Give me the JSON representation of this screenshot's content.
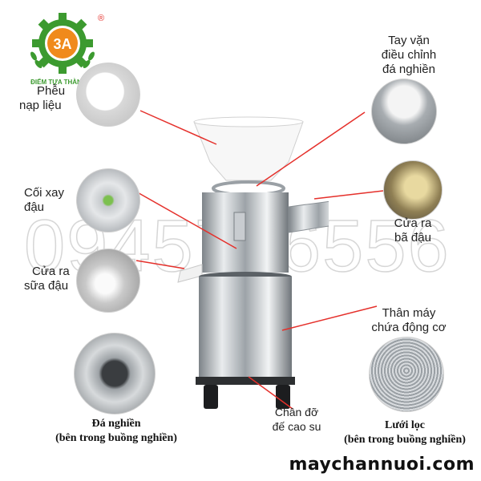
{
  "logo": {
    "mark": "3A",
    "tagline": "ĐIỂM TỰA THÀNH CÔNG",
    "registered": "®"
  },
  "watermark": {
    "phone": "0945796556"
  },
  "labels": {
    "funnel": [
      "Phễu",
      "nạp liệu"
    ],
    "adjust_knob": [
      "Tay vặn",
      "điều chỉnh",
      "đá nghiền"
    ],
    "grinder_mortar": [
      "Cối xay",
      "đậu"
    ],
    "residue_outlet": [
      "Cửa ra",
      "bã đậu"
    ],
    "milk_outlet": [
      "Cửa ra",
      "sữa đậu"
    ],
    "body": [
      "Thân máy",
      "chứa động cơ"
    ],
    "stand": [
      "Chân đỡ",
      "đế cao su"
    ],
    "grinding_stone": [
      "Đá nghiền",
      "(bên trong buồng nghiền)"
    ],
    "filter_mesh": [
      "Lưới lọc",
      "(bên trong buồng nghiền)"
    ]
  },
  "site": {
    "url": "maychannuoi.com"
  },
  "colors": {
    "leader_line": "#e5302b",
    "logo_green": "#3c9a2f",
    "logo_orange": "#f08a1c",
    "steel": "#b9bec3"
  },
  "icons": [
    "logo-gear-icon",
    "wheat-icon"
  ]
}
